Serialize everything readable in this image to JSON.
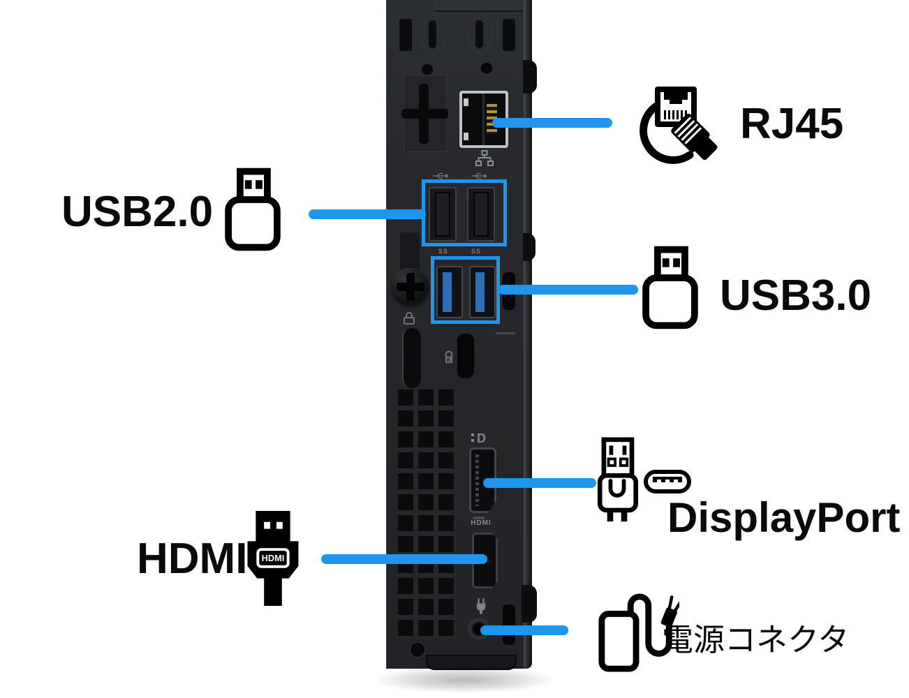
{
  "colors": {
    "accent": "#1E96F0",
    "chassis": "#26282B",
    "text": "#0A0A0A"
  },
  "annotations": {
    "rj45": {
      "label": "RJ45"
    },
    "usb2": {
      "label": "USB2.0"
    },
    "usb3": {
      "label": "USB3.0"
    },
    "displayport": {
      "label": "DisplayPort"
    },
    "hdmi": {
      "label": "HDMI"
    },
    "power": {
      "label": "電源コネクタ"
    }
  },
  "device": {
    "hdmi_port_label": "HDMI",
    "dp_logo": "D",
    "usb3_port_mark": "SS",
    "hdmi_icon_text": "HDMI",
    "kensington_mark": "K"
  }
}
